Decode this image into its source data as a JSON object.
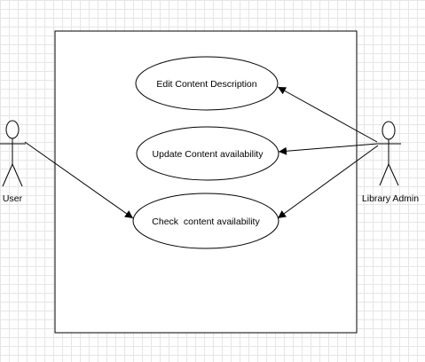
{
  "diagram": {
    "actors": [
      {
        "id": "user",
        "label": "User"
      },
      {
        "id": "admin",
        "label": "Library Admin"
      }
    ],
    "use_cases": [
      {
        "id": "edit",
        "label": "Edit Content Description"
      },
      {
        "id": "update",
        "label": "Update Content availability"
      },
      {
        "id": "check",
        "label": "Check  content availability"
      }
    ],
    "associations": [
      {
        "from": "admin",
        "to": "edit"
      },
      {
        "from": "admin",
        "to": "update"
      },
      {
        "from": "admin",
        "to": "check"
      },
      {
        "from": "user",
        "to": "check"
      }
    ]
  }
}
